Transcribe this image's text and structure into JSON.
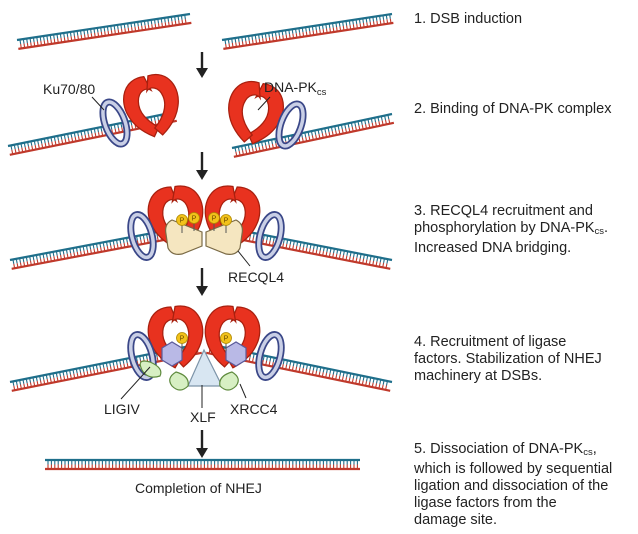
{
  "steps": [
    {
      "lines": [
        "1. DSB induction"
      ]
    },
    {
      "lines": [
        "2. Binding of DNA-PK complex"
      ]
    },
    {
      "lines": [
        "3. RECQL4 recruitment and",
        "phosphorylation by DNA-PK",
        "Increased DNA bridging."
      ],
      "sub": "cs",
      "sub_after_line": 1,
      "sub_tail": "."
    },
    {
      "lines": [
        "4. Recruitment of ligase",
        "factors. Stabilization of NHEJ",
        "machinery at DSBs."
      ]
    },
    {
      "lines": [
        "5. Dissociation of DNA-PK",
        "which is followed by sequential",
        "ligation and dissociation of the",
        "ligase factors from the",
        "damage site."
      ],
      "sub": "cs",
      "sub_after_line": 0,
      "sub_tail": ","
    }
  ],
  "labels": {
    "ku": "Ku70/80",
    "dnapk": "DNA-PK",
    "dnapk_sub": "cs",
    "recql4": "RECQL4",
    "ligiv": "LIGIV",
    "xlf": "XLF",
    "xrcc4": "XRCC4",
    "completion": "Completion of NHEJ",
    "phospho": "P"
  },
  "colors": {
    "strand_top": "#1f6f8b",
    "strand_bottom": "#c0392b",
    "dnapk": "#e8321f",
    "ku": "#5a6bb0",
    "recql4": "#f5e6c0",
    "phospho": "#f2c21a",
    "ligiv": "#b9b9e6",
    "xrcc4": "#d7efc3",
    "xlf": "#d8e6f2"
  }
}
